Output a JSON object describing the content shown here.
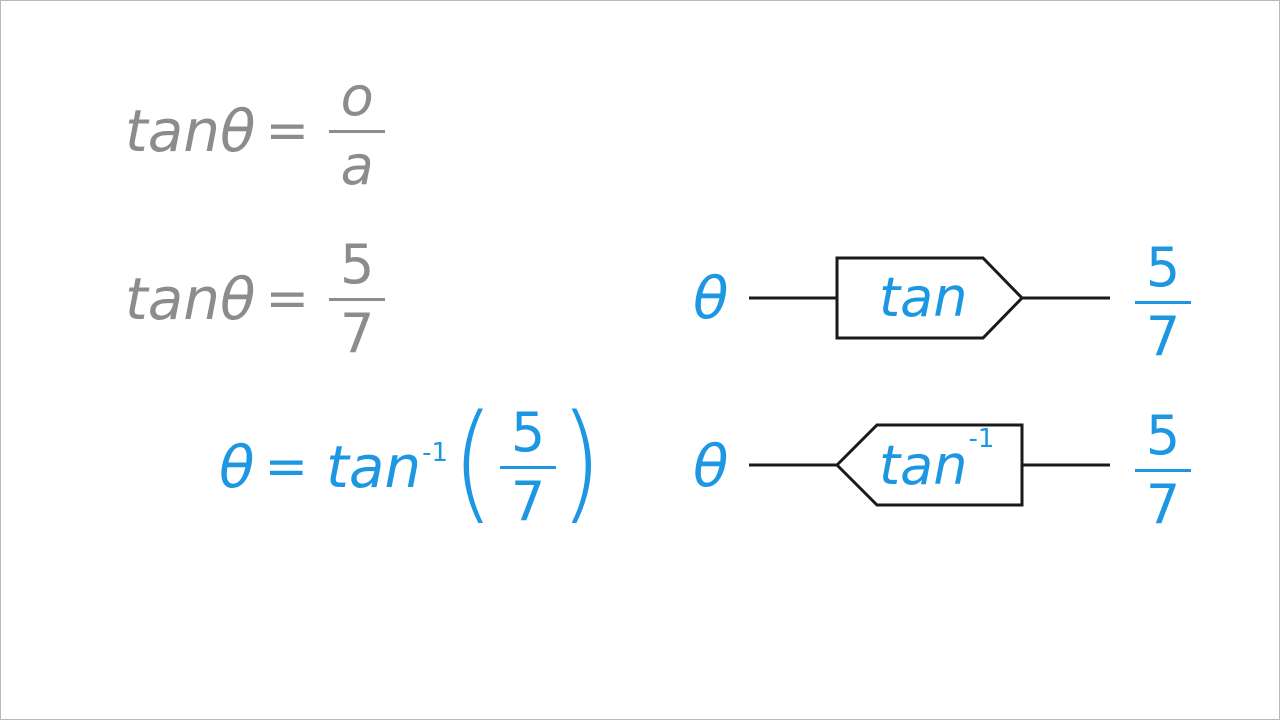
{
  "colors": {
    "gray": "#8c8c8c",
    "blue": "#1e97e3",
    "line": "#1a1a1a"
  },
  "equations": {
    "eq1": {
      "lhs_func": "tan",
      "lhs_var": "θ",
      "equals": "=",
      "num": "o",
      "den": "a"
    },
    "eq2": {
      "lhs_func": "tan",
      "lhs_var": "θ",
      "equals": "=",
      "num": "5",
      "den": "7"
    },
    "eq3": {
      "lhs": "θ",
      "equals": "=",
      "func": "tan",
      "exponent": "-1",
      "open": "(",
      "num": "5",
      "den": "7",
      "close": ")"
    }
  },
  "diagram": {
    "forward": {
      "input": "θ",
      "box_label": "tan",
      "out_num": "5",
      "out_den": "7"
    },
    "inverse": {
      "input": "θ",
      "box_label": "tan",
      "box_exponent": "-1",
      "out_num": "5",
      "out_den": "7"
    }
  }
}
